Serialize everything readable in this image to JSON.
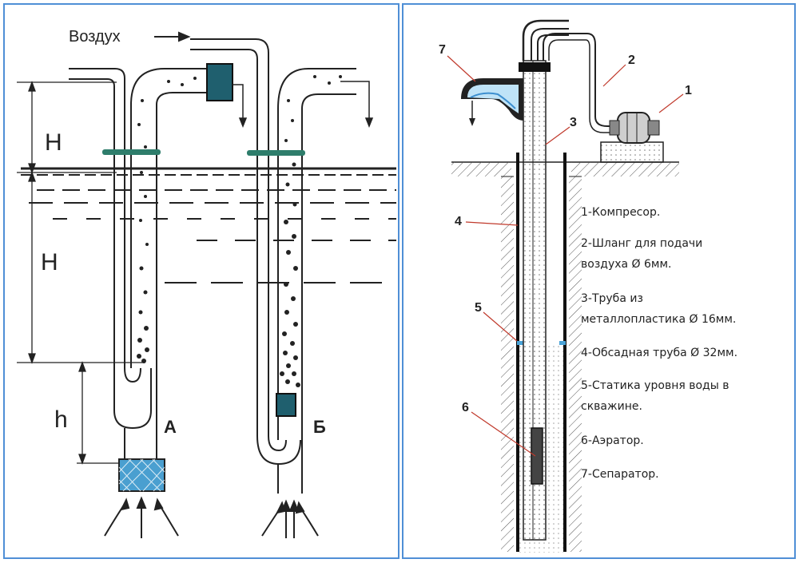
{
  "left_diagram": {
    "air_label": "Воздух",
    "dim_H": "H",
    "dim_H1": "H",
    "dim_h": "h",
    "variant_a": "А",
    "variant_b": "Б"
  },
  "right_diagram": {
    "callouts": [
      "7",
      "2",
      "1",
      "3",
      "4",
      "5",
      "6"
    ],
    "legend": [
      "1-Компресор.",
      "2-Шланг для подачи",
      "воздуха Ø 6мм.",
      "3-Труба из",
      "металлопластика  Ø 16мм.",
      "4-Обсадная труба Ø 32мм.",
      "5-Статика уровня воды в",
      "скважине.",
      "6-Аэратор.",
      "7-Сепаратор."
    ]
  },
  "colors": {
    "border": "#4f8fd6",
    "collar": "#2e7d6b",
    "device": "#1f5f6e",
    "filter": "#4a9fd0",
    "water_level": "#4aa3d8",
    "pointer": "#c0392b"
  }
}
